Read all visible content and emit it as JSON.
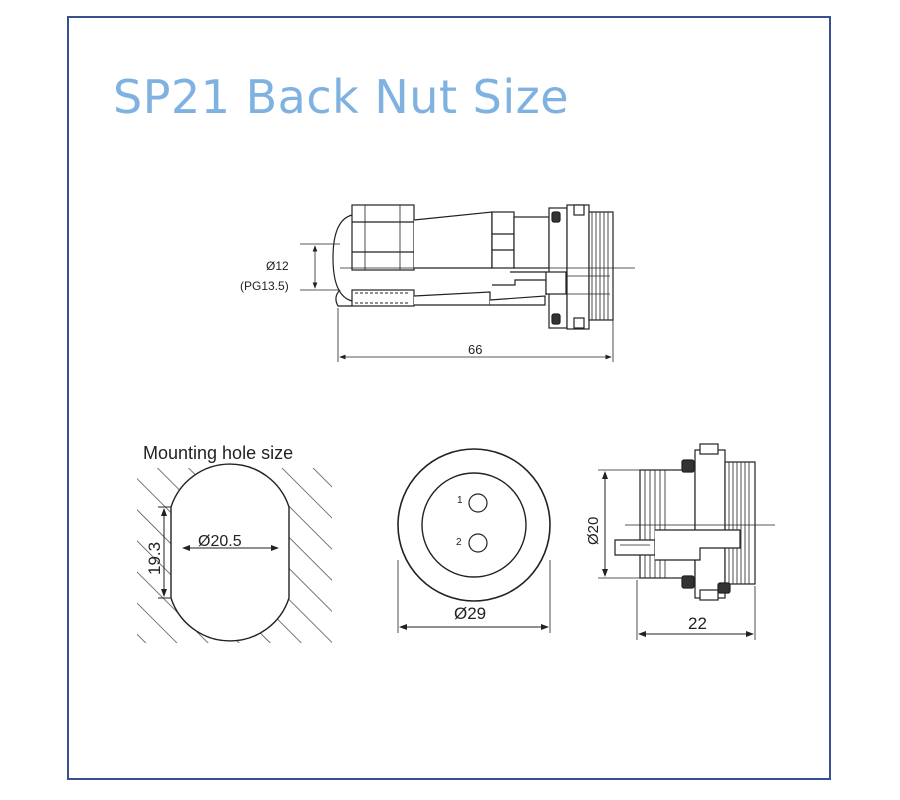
{
  "title": "SP21 Back Nut Size",
  "side_view": {
    "diameter_label": "Ø12",
    "thread_label": "(PG13.5)",
    "length_label": "66"
  },
  "mounting_hole": {
    "caption": "Mounting hole size",
    "diameter_label": "Ø20.5",
    "flat_label": "19.3"
  },
  "front_view": {
    "pin1_label": "1",
    "pin2_label": "2",
    "diameter_label": "Ø29"
  },
  "socket_view": {
    "diameter_label": "Ø20",
    "length_label": "22"
  },
  "colors": {
    "title": "#7fb2e0",
    "frame": "#3a4f8f",
    "line": "#222222"
  }
}
